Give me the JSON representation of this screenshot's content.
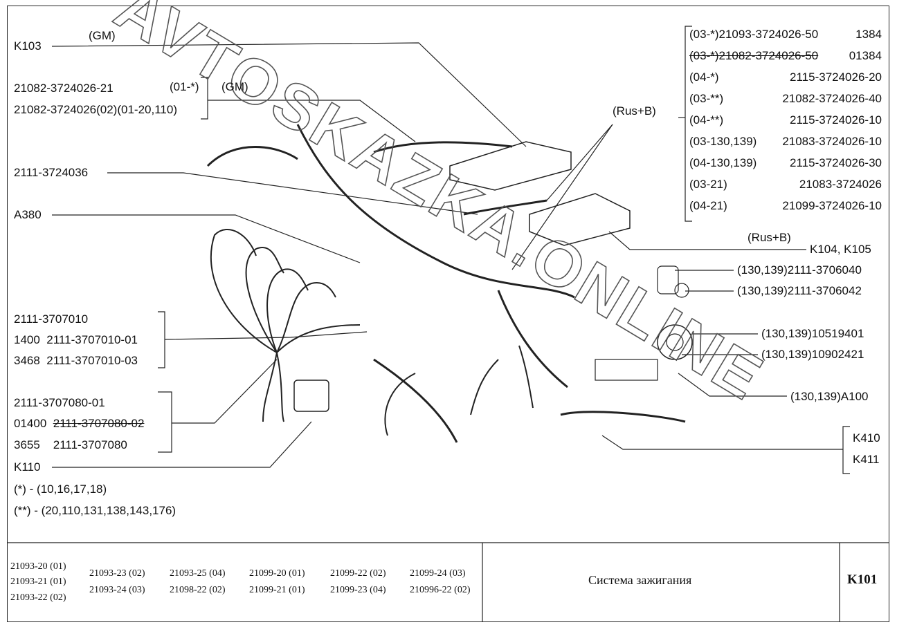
{
  "watermark": "AVTOSKAZKA.ONLINE",
  "left_labels": {
    "k103": "K103",
    "gm1": "(GM)",
    "ecu_a": "21082-3724026-21",
    "ecu_b": "21082-3724026(02)(01-20,110)",
    "ecu_note": "(01-*)",
    "gm2": "(GM)",
    "harness": "2111-3724036",
    "a380": "A380",
    "plug1": "2111-3707010",
    "plug2_prefix": "1400",
    "plug2": "2111-3707010-01",
    "plug3_prefix": "3468",
    "plug3": "2111-3707010-03",
    "wire1": "2111-3707080-01",
    "wire2_prefix": "01400",
    "wire2": "2111-3707080-02",
    "wire3_prefix": "3655",
    "wire3": "2111-3707080",
    "k110": "K110",
    "note1": "(*)  -  (10,16,17,18)",
    "note2": "(**)  -  (20,110,131,138,143,176)"
  },
  "ecu_list": [
    {
      "variant": "(03-*)21093-3724026-50",
      "part": "1384",
      "struck": false
    },
    {
      "variant": "(03-*)21082-3724026-50",
      "part": "01384",
      "struck": true
    },
    {
      "variant": "(04-*)",
      "part": "2115-3724026-20",
      "struck": false
    },
    {
      "variant": "(03-**)",
      "part": "21082-3724026-40",
      "struck": false
    },
    {
      "variant": "(04-**)",
      "part": "2115-3724026-10",
      "struck": false
    },
    {
      "variant": "(03-130,139)",
      "part": "21083-3724026-10",
      "struck": false
    },
    {
      "variant": "(04-130,139)",
      "part": "2115-3724026-30",
      "struck": false
    },
    {
      "variant": "(03-21)",
      "part": "21083-3724026",
      "struck": false
    },
    {
      "variant": "(04-21)",
      "part": "21099-3724026-10",
      "struck": false
    }
  ],
  "right_labels": {
    "rusb1": "(Rus+B)",
    "rusb2": "(Rus+B)",
    "k104": "K104, K105",
    "s1": "(130,139)2111-3706040",
    "s2": "(130,139)2111-3706042",
    "s3": "(130,139)10519401",
    "s4": "(130,139)10902421",
    "a100": "(130,139)A100",
    "k410": "K410",
    "k411": "K411"
  },
  "models": {
    "col0": [
      "21093-20 (01)",
      "21093-21 (01)",
      "21093-22 (02)"
    ],
    "grid": [
      [
        "21093-23 (02)",
        "21093-25 (04)",
        "21099-20 (01)",
        "21099-22 (02)",
        "21099-24 (03)"
      ],
      [
        "21093-24 (03)",
        "21098-22 (02)",
        "21099-21 (01)",
        "21099-23 (04)",
        "210996-22 (02)"
      ]
    ]
  },
  "title": "Система зажигания",
  "code": "K101"
}
